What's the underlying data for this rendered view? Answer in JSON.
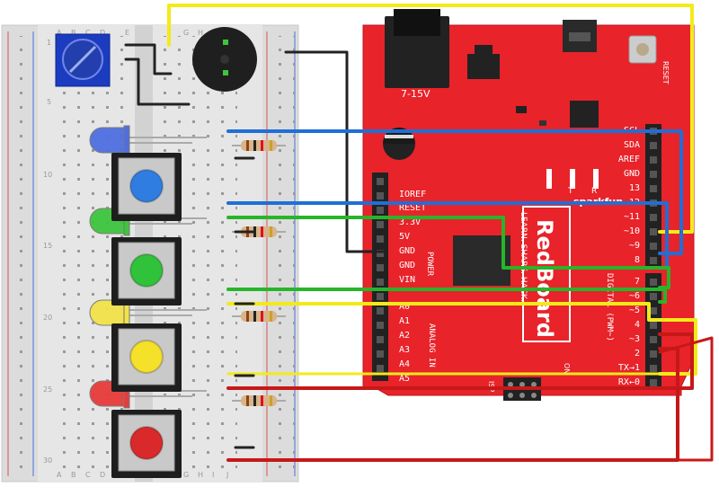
{
  "breadboard": {
    "column_letters": [
      "A",
      "B",
      "C",
      "D",
      "E",
      "F",
      "G",
      "H",
      "I",
      "J"
    ],
    "row_numbers": [
      "1",
      "5",
      "10",
      "15",
      "20",
      "25",
      "30"
    ]
  },
  "redboard": {
    "jack_label": "7-15V",
    "reset_label": "RESET",
    "power_header_labels": [
      "IOREF",
      "RESET",
      "3.3V",
      "5V",
      "GND",
      "GND",
      "VIN"
    ],
    "power_section_label": "POWER",
    "analog_labels": [
      "A0",
      "A1",
      "A2",
      "A3",
      "A4",
      "A5"
    ],
    "analog_section_label": "ANALOG IN",
    "top_right_labels": [
      "SCL",
      "SDA",
      "AREF",
      "GND",
      "13",
      "12",
      "~11",
      "~10",
      "~9",
      "8"
    ],
    "digital_labels": [
      "7",
      "~6",
      "~5",
      "4",
      "~3",
      "2",
      "TX→1",
      "RX←0"
    ],
    "digital_section_label": "DIGITAL (PWM~)",
    "brand": "sparkfun",
    "product": "RedBoard",
    "tagline": "LEARN. SHARE. HACK.",
    "icsp_label": "ISP",
    "on_label": "ON",
    "mark_t": "T",
    "mark_r": "R"
  },
  "components": {
    "led_colors": [
      "#4f6fe0",
      "#3ec53e",
      "#f2e24a",
      "#e83b3b"
    ],
    "button_cap_colors": [
      "#2f7de1",
      "#2fc23a",
      "#f5e02a",
      "#d9292b"
    ]
  },
  "wire_colors": {
    "blue": "#1f6fd6",
    "green": "#27b52a",
    "yellow": "#f3ea1a",
    "red": "#c71818",
    "black": "#222222"
  }
}
